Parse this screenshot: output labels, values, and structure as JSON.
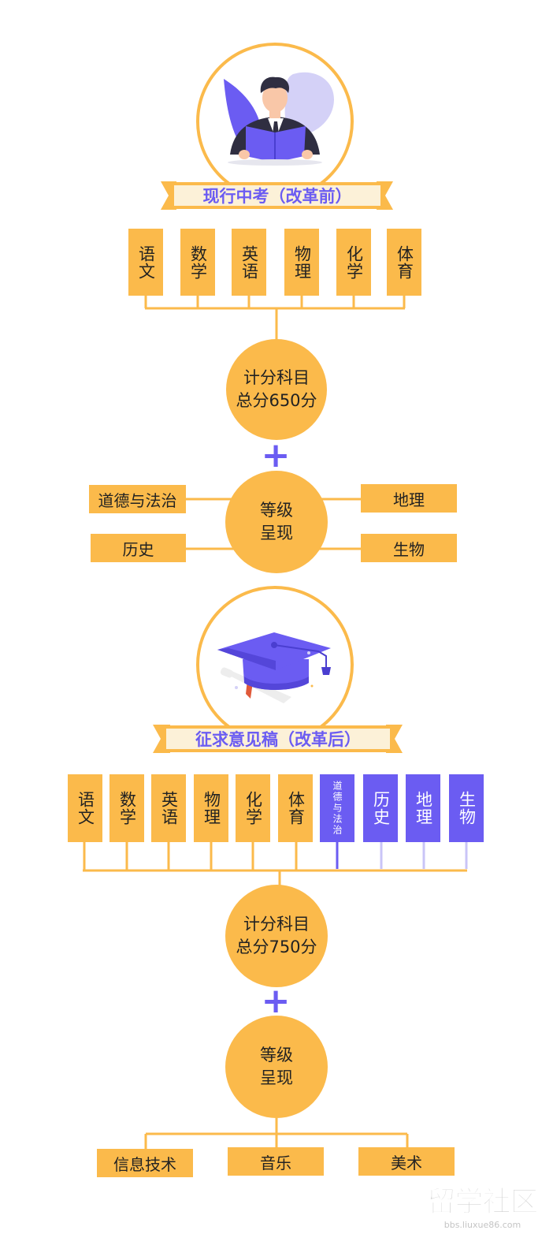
{
  "colors": {
    "accent": "#FBBA4B",
    "purple": "#6B5CF2",
    "light_purple": "#C9C4F7"
  },
  "section1": {
    "banner": "现行中考（改革前）",
    "subjects": [
      "语文",
      "数学",
      "英语",
      "物理",
      "化学",
      "体育"
    ],
    "score_line1": "计分科目",
    "score_line2": "总分650分",
    "plus": "+",
    "grade_line1": "等级",
    "grade_line2": "呈现",
    "grade_left": [
      "道德与法治",
      "历史"
    ],
    "grade_right": [
      "地理",
      "生物"
    ]
  },
  "section2": {
    "banner": "征求意见稿（改革后）",
    "subjects": [
      "语文",
      "数学",
      "英语",
      "物理",
      "化学",
      "体育"
    ],
    "new_subjects": [
      "道德与法治",
      "历史",
      "地理",
      "生物"
    ],
    "score_line1": "计分科目",
    "score_line2": "总分750分",
    "plus": "+",
    "grade_line1": "等级",
    "grade_line2": "呈现",
    "grade_items": [
      "信息技术",
      "音乐",
      "美术"
    ]
  },
  "watermark": {
    "main": "留学社区",
    "sub": "bbs.liuxue86.com"
  }
}
